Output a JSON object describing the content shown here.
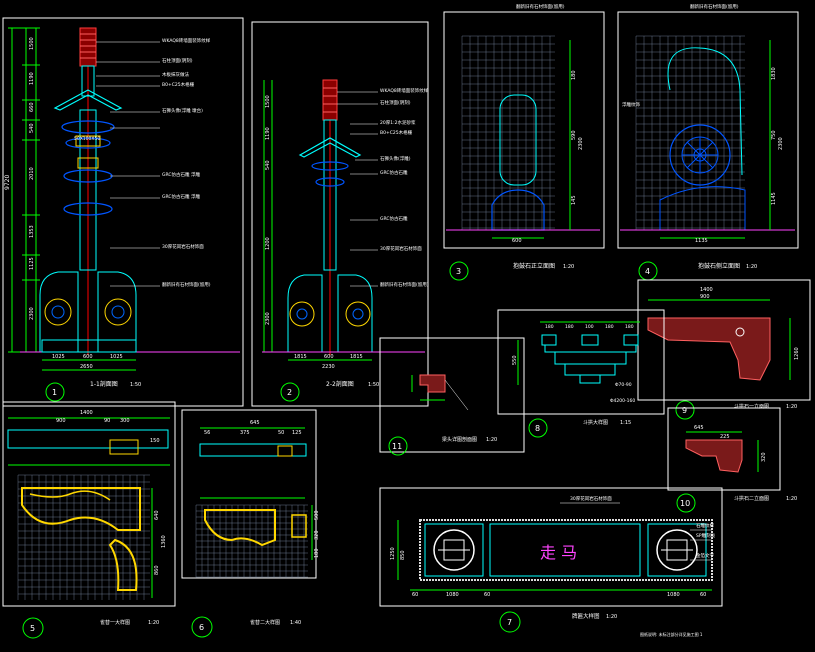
{
  "colors": {
    "background": "#000000",
    "frame": "#ffffff",
    "structure": "#00ffff",
    "dimension": "#00ff00",
    "centerline": "#ff0000",
    "ornament": "#0044ff",
    "carving": "#ffd700",
    "text": "#ffffff",
    "accent": "#ff44ff"
  },
  "sheets": {
    "s1": {
      "num": "1",
      "title": "1-1剖面图",
      "scale": "1:50",
      "dims_bottom": [
        "1025",
        "600",
        "1025"
      ],
      "dims_bottom_total": "2650",
      "dim_left_total": "9720",
      "dims_left": [
        "1500",
        "1190",
        "660",
        "540",
        "2010",
        "1353",
        "1125",
        "2300"
      ],
      "callouts": [
        "WKAQ8砖墙面装饰纹样",
        "石柱顶面(阴刻)",
        "木板抹灰做法",
        "B0+C25木格栅",
        "石狮头像(浮雕 墩台)",
        "50X100X50",
        "GRC仿古石雕 浮雕",
        "GRC仿古石雕 浮雕",
        "30厚花岗岩石材饰面",
        "翻新旧有石材饰面(留用)"
      ]
    },
    "s2": {
      "num": "2",
      "title": "2-2剖面图",
      "scale": "1:50",
      "dims_bottom": [
        "1815",
        "600",
        "1815"
      ],
      "dims_bottom_total": "2230",
      "dims_left": [
        "1500",
        "1190",
        "540",
        "1200",
        "2300"
      ],
      "callouts": [
        "WKAQ8砖墙面装饰纹样",
        "石柱顶面(阴刻)",
        "20厚1:2水泥砂浆",
        "B0+C25木格栅",
        "石狮头像(浮雕)",
        "GRC仿古石雕",
        "GRC仿古石雕",
        "30厚花岗岩石材饰面",
        "翻新旧有石材饰面(留用)"
      ]
    },
    "s3": {
      "num": "3",
      "title": "抱鼓石正立面图",
      "scale": "1:20",
      "dims_right": [
        "180",
        "590",
        "2300",
        "145"
      ],
      "dim_bottom": "600",
      "callout": "翻新旧有石材饰面(留用)"
    },
    "s4": {
      "num": "4",
      "title": "抱鼓石侧立面图",
      "scale": "1:20",
      "dims_right": [
        "1830",
        "750",
        "2300",
        "1145"
      ],
      "dim_bottom": "1135",
      "callouts": [
        "翻新旧有石材饰面(留用)",
        "浮雕纹饰"
      ]
    },
    "s5": {
      "num": "5",
      "title": "雀替一大样图",
      "scale": "1:20",
      "dims_top": [
        "900",
        "90",
        "300"
      ],
      "dim_top_total": "1400",
      "dim_top2": "150",
      "dims_right": [
        "640",
        "1360",
        "860"
      ]
    },
    "s6": {
      "num": "6",
      "title": "雀替二大样图",
      "scale": "1:40",
      "dims_top": [
        "56",
        "375",
        "50",
        "125"
      ],
      "dim_top_total": "645",
      "dims_right": [
        "500",
        "320",
        "180"
      ]
    },
    "s7": {
      "num": "7",
      "title": "牌匾大样图",
      "scale": "1:20",
      "plaque_text": "走 马",
      "callouts": [
        "30厚花岗岩石材饰面",
        "石雕纹样",
        "SP雕刻板",
        "金箔文字"
      ],
      "dims_bottom": [
        "60",
        "1080",
        "60",
        "1080",
        "60"
      ],
      "dims_left": [
        "1250",
        "850"
      ]
    },
    "s8": {
      "num": "8",
      "title": "斗拱大样图",
      "scale": "1:15",
      "dims_top": [
        "180",
        "180",
        "100",
        "180",
        "180"
      ],
      "callouts": [
        "Φ70-90",
        "Φ4200-160"
      ],
      "dim_left": "550"
    },
    "s9": {
      "num": "9",
      "title": "斗拱石一立面图",
      "scale": "1:20",
      "dims_top": [
        "1400",
        "900"
      ],
      "dim_right": "1260"
    },
    "s10": {
      "num": "10",
      "title": "斗拱石二立面图",
      "scale": "1:20",
      "dims_top": [
        "645",
        "225"
      ],
      "dim_right": "320"
    },
    "s11": {
      "num": "11",
      "title": "梁头详图剖面图",
      "scale": "1:20"
    },
    "note": "图纸说明: 未标注部分详见施工图 1"
  }
}
